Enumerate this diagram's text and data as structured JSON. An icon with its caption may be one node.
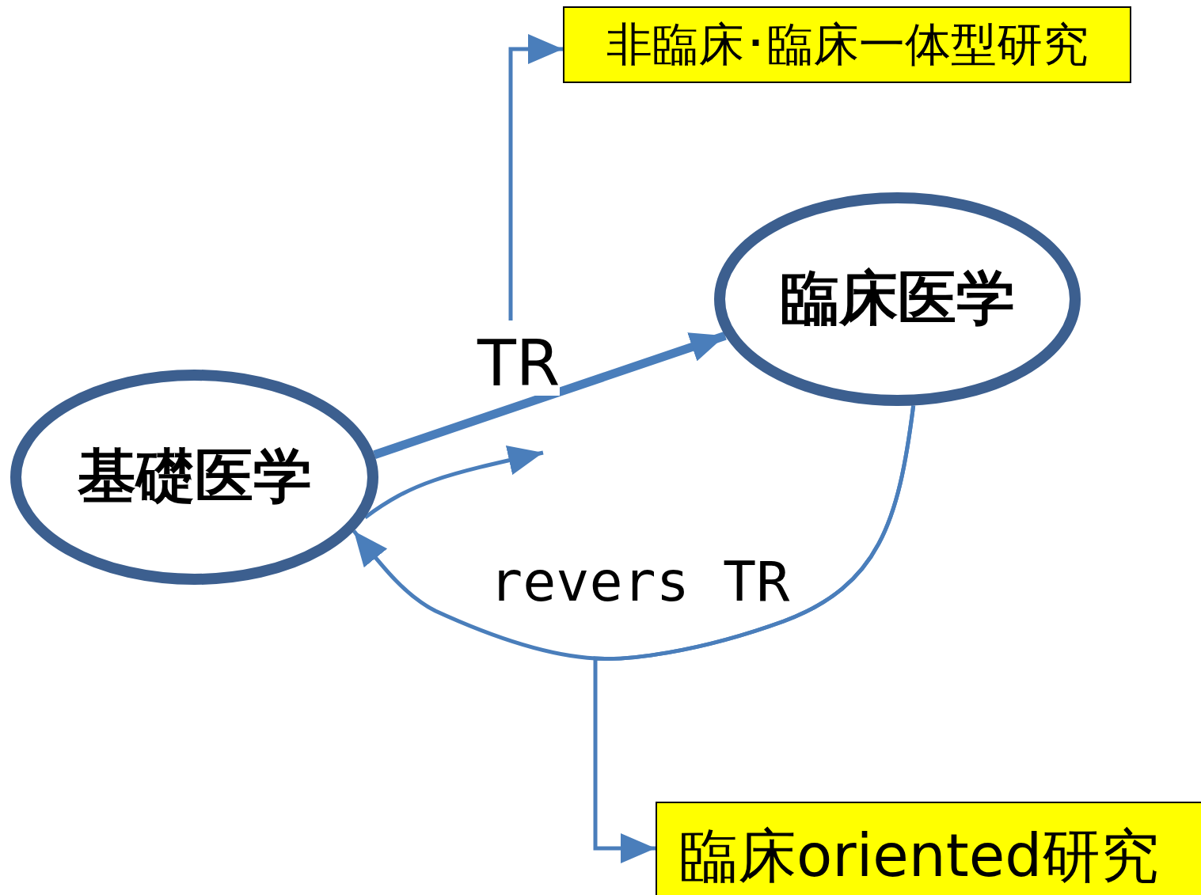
{
  "diagram": {
    "nodes": [
      {
        "text": [
          "基礎医学"
        ]
      },
      {
        "text": [
          "臨床医学"
        ]
      },
      {
        "text": [
          "非臨床･臨床一体型研究"
        ]
      },
      {
        "text": [
          "臨床oriented研究"
        ]
      }
    ],
    "edges": [
      {
        "from": 0,
        "to": 1,
        "arrow": "to",
        "label": "TR",
        "style": "thick"
      },
      {
        "from": null,
        "to": 2,
        "arrow": "to"
      },
      {
        "from": 0,
        "to": null,
        "arrow": "to"
      },
      {
        "from": 1,
        "to": 0,
        "arrow": "to",
        "label": "revers TR"
      },
      {
        "from": 1,
        "to": 3,
        "arrow": "to"
      }
    ]
  }
}
